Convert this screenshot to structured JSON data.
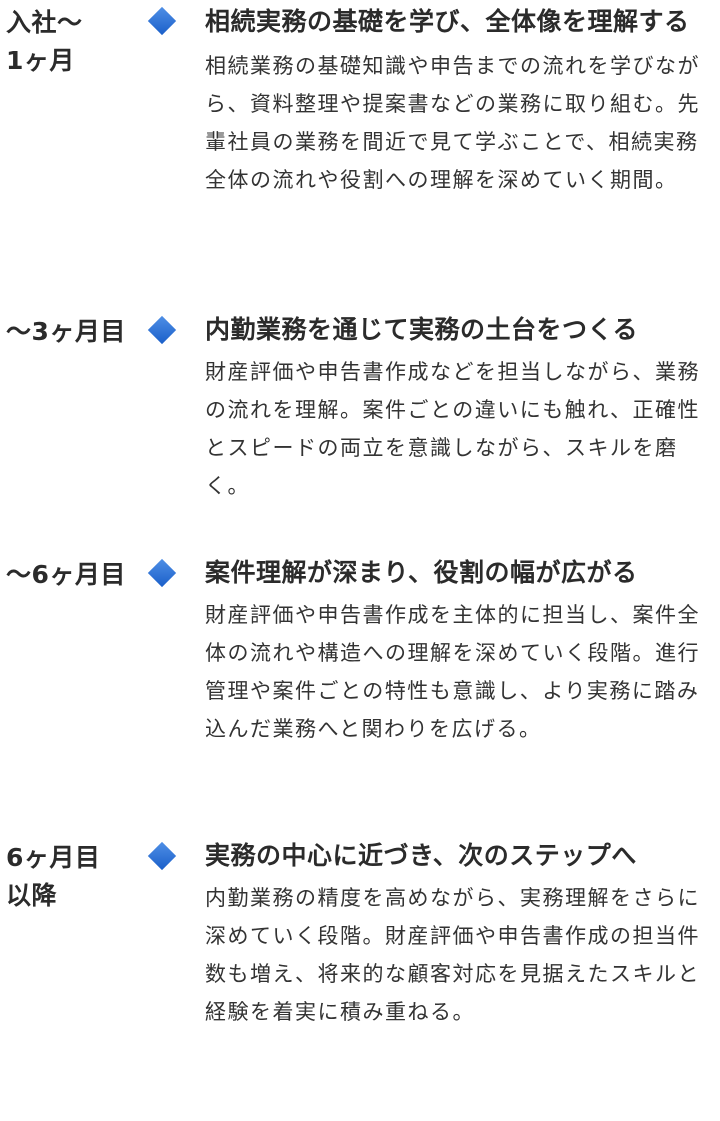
{
  "steps": [
    {
      "period": "入社〜\n1ヶ月",
      "heading": "相続実務の基礎を学び、全体像を理解する",
      "description": "相続業務の基礎知識や申告までの流れを学びながら、資料整理や提案書などの業務に取り組む。先輩社員の業務を間近で見て学ぶことで、相続実務全体の流れや役割への理解を深めていく期間。"
    },
    {
      "period": "〜3ヶ月目",
      "heading": "内勤業務を通じて実務の土台をつくる",
      "description": "財産評価や申告書作成などを担当しながら、業務の流れを理解。案件ごとの違いにも触れ、正確性とスピードの両立を意識しながら、スキルを磨く。"
    },
    {
      "period": "〜6ヶ月目",
      "heading": "案件理解が深まり、役割の幅が広がる",
      "description": "財産評価や申告書作成を主体的に担当し、案件全体の流れや構造への理解を深めていく段階。進行管理や案件ごとの特性も意識し、より実務に踏み込んだ業務へと関わりを広げる。"
    },
    {
      "period": "6ヶ月目\n以降",
      "heading": "実務の中心に近づき、次のステップへ",
      "description": "内勤業務の精度を高めながら、実務理解をさらに深めていく段階。財産評価や申告書作成の担当件数も増え、将来的な顧客対応を見据えたスキルと経験を着実に積み重ねる。"
    }
  ],
  "colors": {
    "accent": "#2a6fd6",
    "text": "#2b2b2b"
  },
  "icons": {
    "marker": "diamond-icon"
  }
}
